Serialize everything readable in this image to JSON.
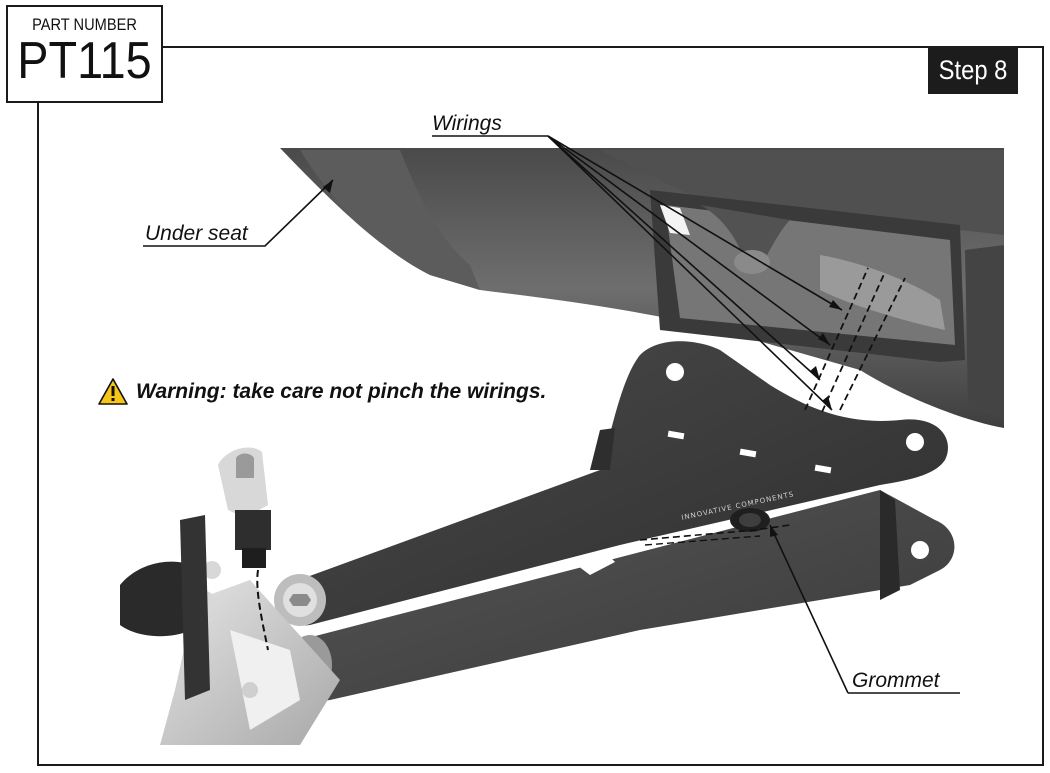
{
  "header": {
    "part_label": "PART NUMBER",
    "part_number": "PT115",
    "step": "Step 8"
  },
  "callouts": {
    "wirings": "Wirings",
    "under_seat": "Under seat",
    "grommet": "Grommet",
    "bracket_engraving": "INNOVATIVE COMPONENTS"
  },
  "warning": {
    "icon": "warning-triangle-icon",
    "text": "Warning: take care not pinch the wirings."
  },
  "colors": {
    "frame": "#1a1a1a",
    "badge": "#1c1c1c",
    "bracket_dark": "#3c3c3c",
    "seat_gray": "#5a5a5a",
    "warning_yellow": "#f5c518"
  }
}
